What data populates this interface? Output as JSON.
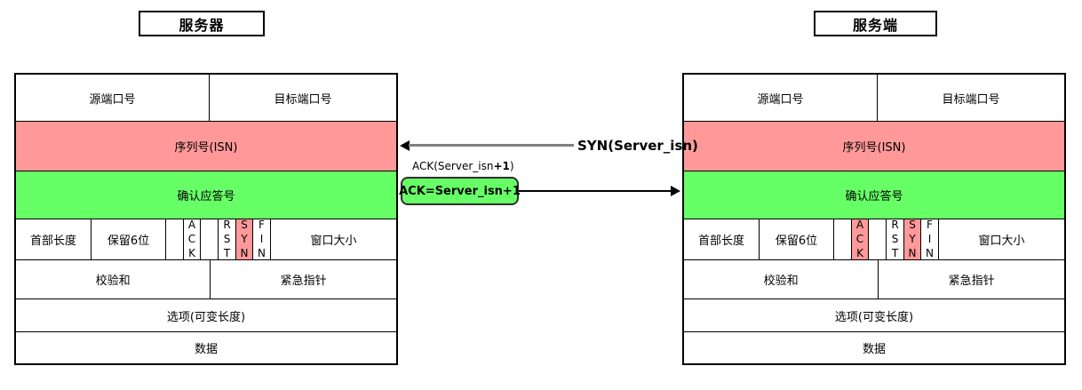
{
  "titles": {
    "left": "服务器",
    "right": "服务端"
  },
  "packet": {
    "src_port": "源端口号",
    "dst_port": "目标端口号",
    "seq": "序列号(ISN)",
    "ack_no": "确认应答号",
    "header_len": "首部长度",
    "reserved": "保留6位",
    "ack_flag": "ACK",
    "rst_flag": "RST",
    "syn_flag": "SYN",
    "fin_flag": "FIN",
    "window": "窗口大小",
    "checksum": "校验和",
    "urgent_ptr": "紧急指针",
    "options": "选项(可变长度)",
    "data": "数据"
  },
  "messages": {
    "syn_arrow_label": "SYN(Server_isn)",
    "ack_arrow_label_pre": "ACK(Server_isn",
    "ack_arrow_label_bold": "+1",
    "ack_arrow_label_post": ")",
    "ack_box_label": "ACK=Server_isn+1"
  },
  "colors": {
    "highlight_red": "#ff9999",
    "highlight_green": "#66ff66"
  }
}
